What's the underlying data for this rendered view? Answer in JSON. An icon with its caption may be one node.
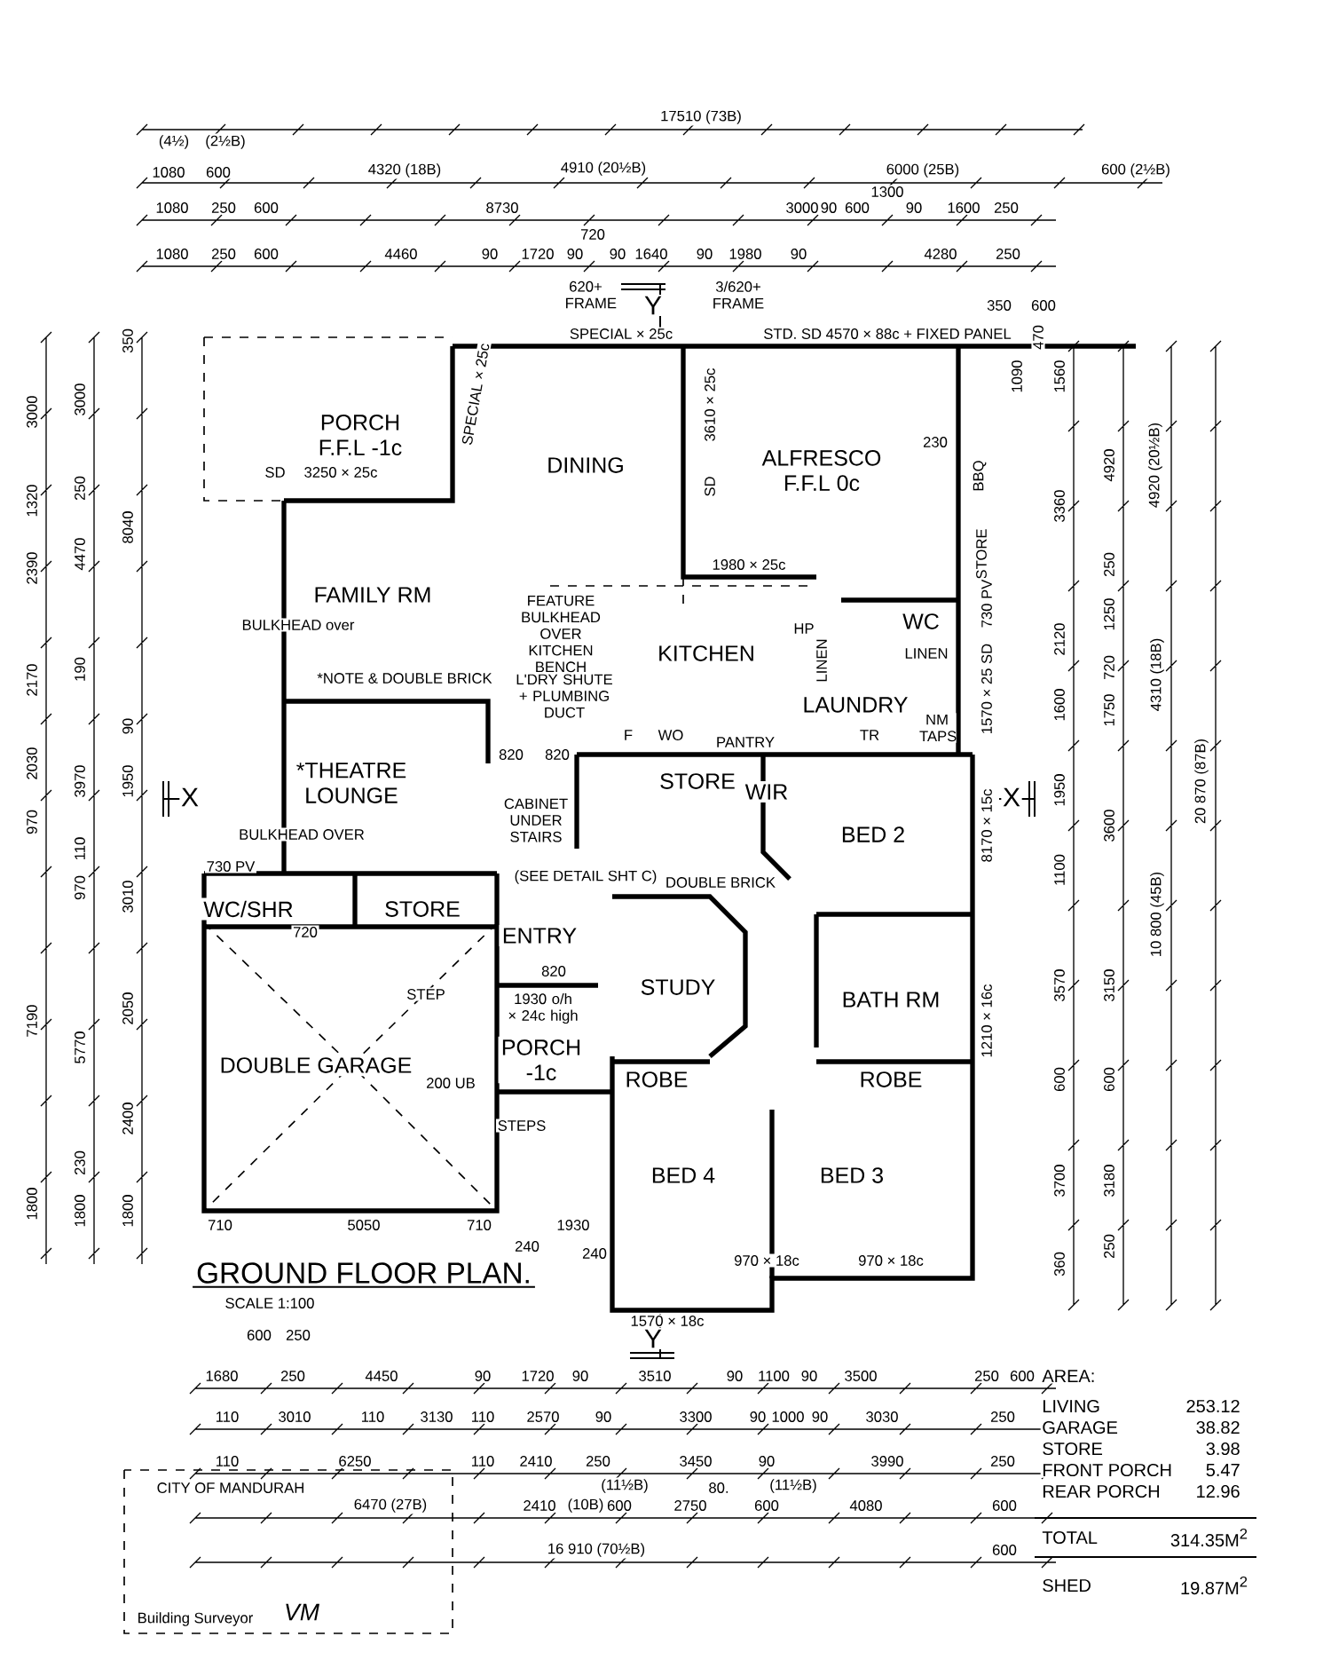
{
  "diagram": {
    "title": "GROUND FLOOR PLAN.",
    "nodes": [
      {
        "text": [
          "PORCH",
          "F.F.L -1c"
        ]
      },
      {
        "text": [
          "DINING"
        ]
      },
      {
        "text": [
          "ALFRESCO",
          "F.F.L 0c"
        ]
      },
      {
        "text": [
          "FAMILY RM"
        ]
      },
      {
        "text": [
          "KITCHEN"
        ]
      },
      {
        "text": [
          "LAUNDRY"
        ]
      },
      {
        "text": [
          "WC"
        ]
      },
      {
        "text": [
          "*THEATRE",
          "LOUNGE"
        ]
      },
      {
        "text": [
          "STORE"
        ]
      },
      {
        "text": [
          "WIR"
        ]
      },
      {
        "text": [
          "BED 2"
        ]
      },
      {
        "text": [
          "WC/SHR"
        ]
      },
      {
        "text": [
          "STORE"
        ]
      },
      {
        "text": [
          "ENTRY"
        ]
      },
      {
        "text": [
          "STUDY"
        ]
      },
      {
        "text": [
          "BATH RM"
        ]
      },
      {
        "text": [
          "DOUBLE GARAGE"
        ]
      },
      {
        "text": [
          "PORCH",
          "-1c"
        ]
      },
      {
        "text": [
          "ROBE"
        ]
      },
      {
        "text": [
          "ROBE"
        ]
      },
      {
        "text": [
          "BED 4"
        ]
      },
      {
        "text": [
          "BED 3"
        ]
      },
      {
        "text": [
          "BBQ"
        ]
      },
      {
        "text": [
          "STORE"
        ]
      },
      {
        "text": [
          "LINEN"
        ]
      },
      {
        "text": [
          "LINEN"
        ]
      },
      {
        "text": [
          "PANTRY"
        ]
      }
    ],
    "labels": [
      "17510 (73B)",
      "(4½)",
      "(2½B)",
      "1080",
      "600",
      "4320 (18B)",
      "4910 (20½B)",
      "6000 (25B)",
      "600 (2½B)",
      "1080",
      "250",
      "600",
      "8730",
      "3000",
      "90",
      "600",
      "1300",
      "90",
      "1600",
      "250",
      "1080",
      "250",
      "600",
      "4460",
      "90",
      "1720",
      "90",
      "720",
      "90",
      "1640",
      "90",
      "1980",
      "90",
      "4280",
      "250",
      "620+ FRAME",
      "Y",
      "3/620+ FRAME",
      "350",
      "600",
      "SPECIAL × 25c",
      "STD. SD 4570 × 88c + FIXED PANEL",
      "SPECIAL × 25c",
      "3610 × 25c",
      "SD",
      "SD",
      "3250 × 25c",
      "1980 × 25c",
      "230",
      "BULKHEAD over",
      "*NOTE & DOUBLE BRICK",
      "FEATURE BULKHEAD OVER KITCHEN BENCH",
      "L'DRY SHUTE + PLUMBING DUCT",
      "HP",
      "F",
      "WO",
      "TR",
      "NM TAPS",
      "820",
      "820",
      "CABINET UNDER STAIRS",
      "(SEE DETAIL SHT C)",
      "DOUBLE BRICK",
      "BULKHEAD OVER",
      "730 PV",
      "720",
      "STEP",
      "820",
      "1930 o/h × 24c high",
      "200 UB",
      "STEPS",
      "1570 × 18c",
      "970 × 18c",
      "970 × 18c",
      "8170 × 15c",
      "1210 × 16c",
      "1570 × 25 SD",
      "730 PV",
      "SCALE 1:100",
      "X",
      "X",
      "Y",
      "710",
      "5050",
      "710",
      "1930",
      "240",
      "240",
      "3000",
      "1320",
      "2390",
      "2170",
      "2030",
      "970",
      "7190",
      "1800",
      "3000",
      "250",
      "4470",
      "190",
      "3970",
      "110",
      "970",
      "5770",
      "230",
      "1800",
      "350",
      "8040",
      "90",
      "1950",
      "3010",
      "2050",
      "2400",
      "1800",
      "1560",
      "3360",
      "2120",
      "1600",
      "1950",
      "1100",
      "3570",
      "600",
      "3700",
      "360",
      "1090",
      "470",
      "4920",
      "250",
      "1250",
      "720",
      "1750",
      "3600",
      "3150",
      "600",
      "3180",
      "250",
      "4920 (20½B)",
      "4310 (18B)",
      "10 800 (45B)",
      "20 870 (87B)",
      "600",
      "250",
      "1680",
      "250",
      "4450",
      "90",
      "1720",
      "90",
      "3510",
      "90",
      "1100",
      "90",
      "3500",
      "250",
      "600",
      "110",
      "3010",
      "110",
      "3130",
      "110",
      "2570",
      "90",
      "3300",
      "90",
      "1000",
      "90",
      "3030",
      "250",
      "110",
      "6250",
      "110",
      "2410",
      "250",
      "3450",
      "90",
      "3990",
      "250",
      "(11½B)",
      "80.",
      "(11½B)",
      "6470 (27B)",
      "2410",
      "(10B)",
      "600",
      "2750",
      "600",
      "4080",
      "600",
      "16 910 (70½B)",
      "600",
      "CITY OF MANDURAH",
      "Building Surveyor",
      "VM",
      "AREA:",
      "LIVING",
      "253.12",
      "GARAGE",
      "38.82",
      "STORE",
      "3.98",
      "FRONT PORCH",
      "5.47",
      "REAR PORCH",
      "12.96",
      "TOTAL",
      "314.35M$^{2}$",
      "SHED",
      "19.87M$^{2}$"
    ]
  }
}
